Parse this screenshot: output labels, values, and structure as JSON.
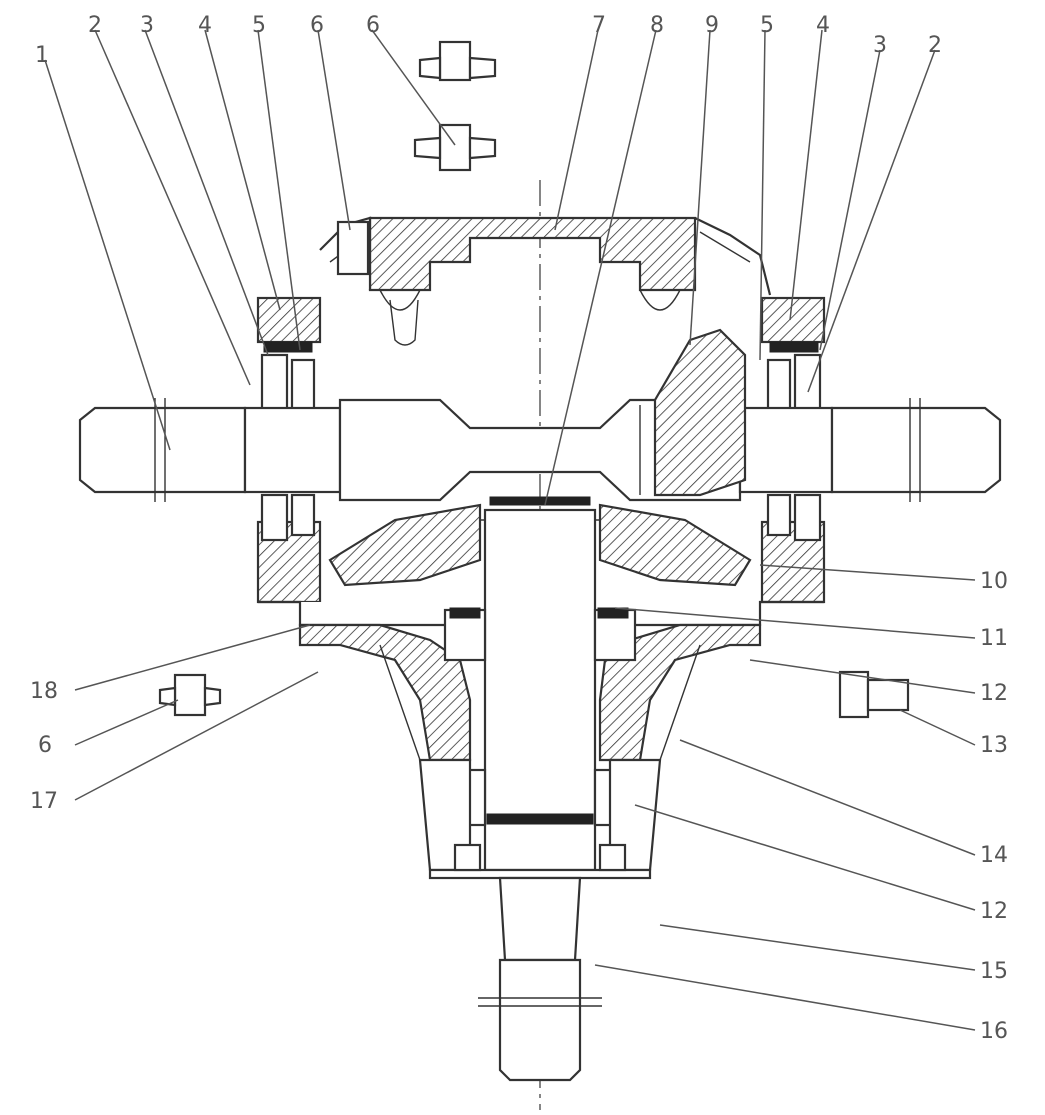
{
  "callouts": [
    {
      "id": "c1",
      "text": "1"
    },
    {
      "id": "c2l",
      "text": "2"
    },
    {
      "id": "c3l",
      "text": "3"
    },
    {
      "id": "c4l",
      "text": "4"
    },
    {
      "id": "c5l",
      "text": "5"
    },
    {
      "id": "c6l",
      "text": "6"
    },
    {
      "id": "c6t",
      "text": "6"
    },
    {
      "id": "c7",
      "text": "7"
    },
    {
      "id": "c8",
      "text": "8"
    },
    {
      "id": "c9",
      "text": "9"
    },
    {
      "id": "c5r",
      "text": "5"
    },
    {
      "id": "c4r",
      "text": "4"
    },
    {
      "id": "c3r",
      "text": "3"
    },
    {
      "id": "c2r",
      "text": "2"
    },
    {
      "id": "c10",
      "text": "10"
    },
    {
      "id": "c11",
      "text": "11"
    },
    {
      "id": "c12a",
      "text": "12"
    },
    {
      "id": "c13",
      "text": "13"
    },
    {
      "id": "c14",
      "text": "14"
    },
    {
      "id": "c12b",
      "text": "12"
    },
    {
      "id": "c15",
      "text": "15"
    },
    {
      "id": "c16",
      "text": "16"
    },
    {
      "id": "c18",
      "text": "18"
    },
    {
      "id": "c6b",
      "text": "6"
    },
    {
      "id": "c17",
      "text": "17"
    }
  ]
}
